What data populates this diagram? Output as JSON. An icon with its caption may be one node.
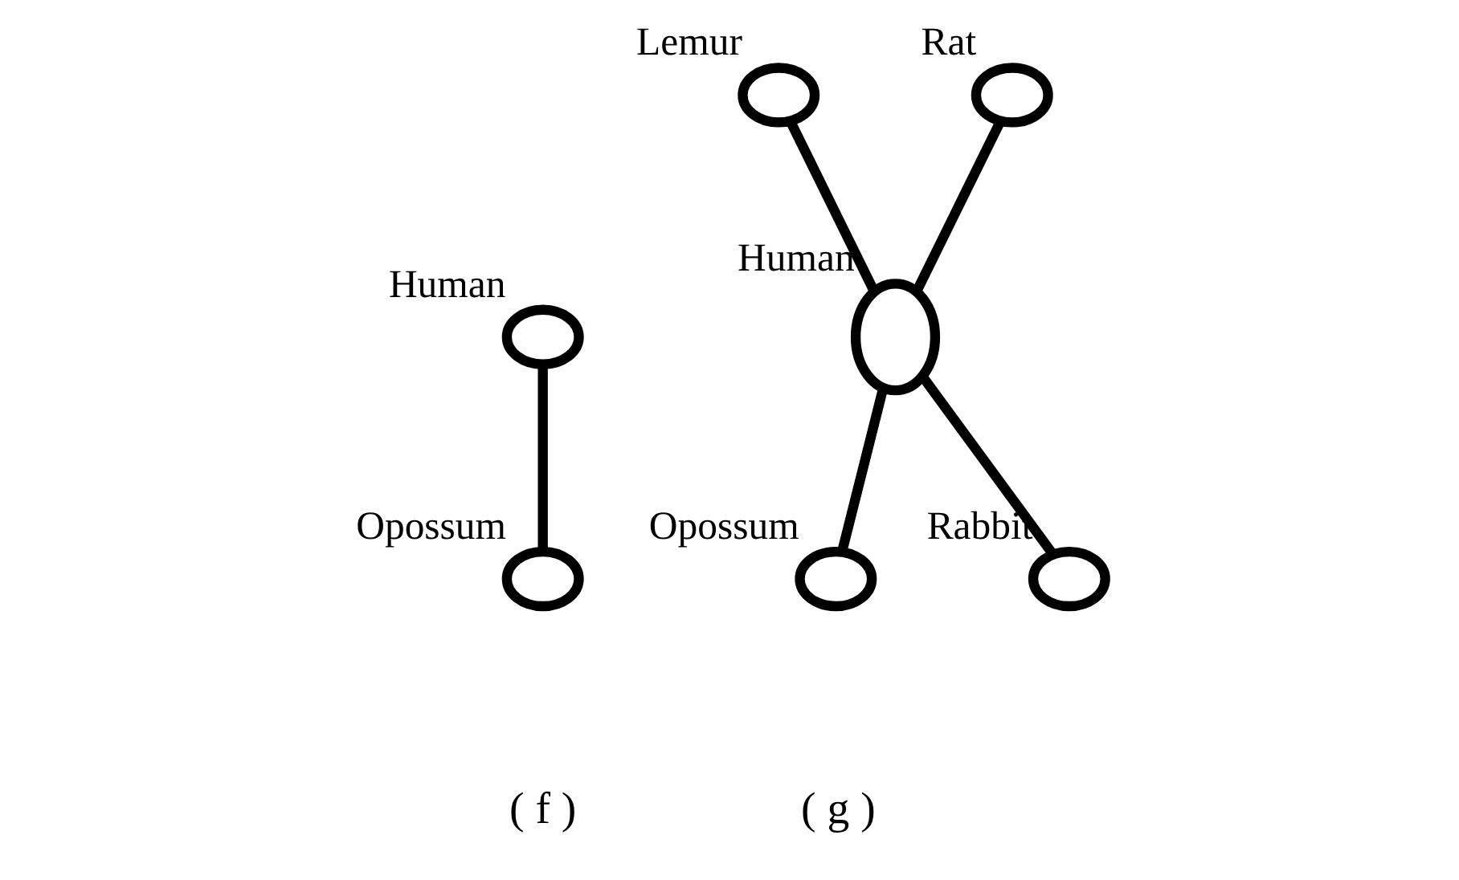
{
  "diagram": {
    "nodes": [
      {
        "text": [],
        "shape": "circle",
        "beside": [
          "Human"
        ]
      },
      {
        "text": [],
        "shape": "circle",
        "beside": [
          "Opossum"
        ]
      },
      {
        "text": [],
        "shape": "circle",
        "beside": [
          "Lemur"
        ]
      },
      {
        "text": [],
        "shape": "circle",
        "beside": [
          "Rat"
        ]
      },
      {
        "text": [],
        "shape": "circle",
        "beside": [
          "Human"
        ]
      },
      {
        "text": [],
        "shape": "circle",
        "beside": [
          "Opossum"
        ]
      },
      {
        "text": [],
        "shape": "circle",
        "beside": [
          "Rabbit"
        ]
      }
    ],
    "edges": [
      {
        "from": 0,
        "to": 1,
        "arrow": "none"
      },
      {
        "from": 2,
        "to": 4,
        "arrow": "none"
      },
      {
        "from": 3,
        "to": 4,
        "arrow": "none"
      },
      {
        "from": 4,
        "to": 5,
        "arrow": "none"
      },
      {
        "from": 4,
        "to": 6,
        "arrow": "none"
      }
    ],
    "labels": [
      "( f )",
      "( g )"
    ]
  }
}
